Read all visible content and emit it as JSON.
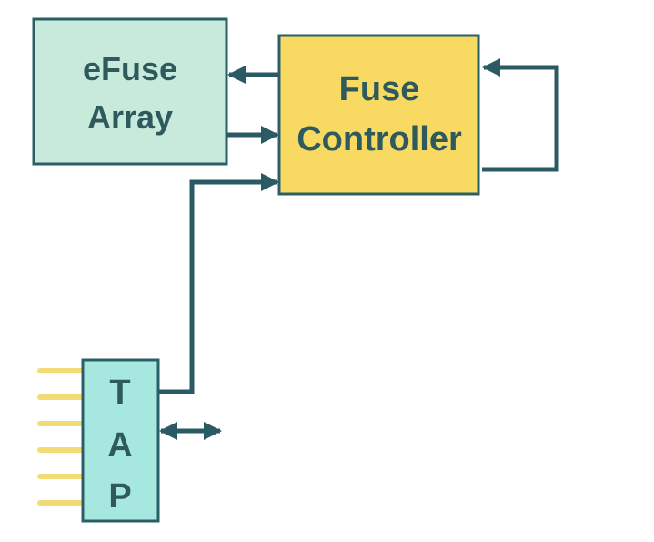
{
  "blocks": {
    "efuse_array": {
      "line1": "eFuse",
      "line2": "Array",
      "fill": "#c8eadb"
    },
    "fuse_controller": {
      "line1": "Fuse",
      "line2": "Controller",
      "fill": "#f8da63"
    },
    "tap": {
      "letter1": "T",
      "letter2": "A",
      "letter3": "P",
      "fill": "#a6e8df"
    }
  },
  "colors": {
    "stroke": "#2b5f67",
    "arrow": "#2a5a63",
    "pin": "#f1dc73",
    "text": "#2e5a5d"
  }
}
